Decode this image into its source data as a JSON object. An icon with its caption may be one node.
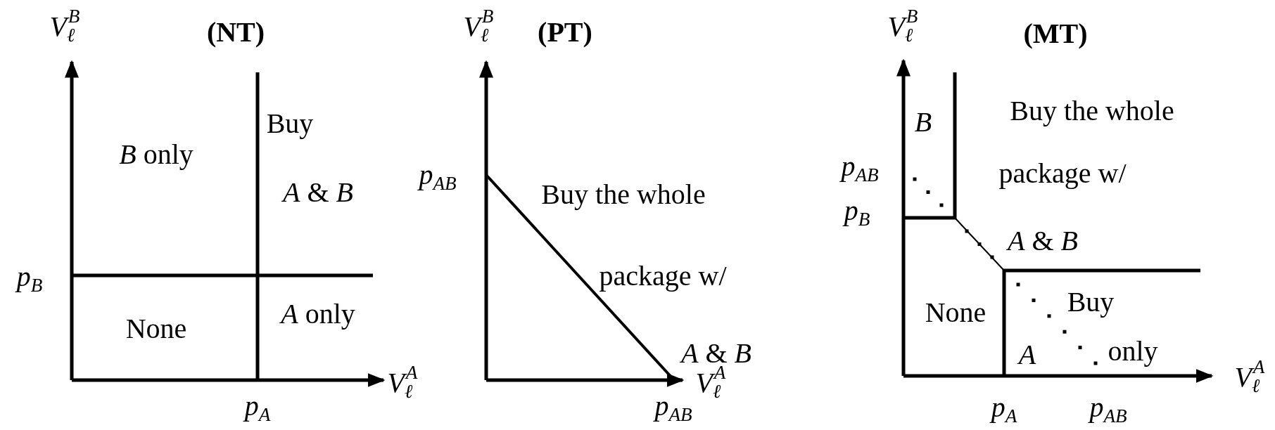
{
  "diagram": {
    "labels": [
      "*V*$_{ℓ}$$^{B}$",
      "(NT)",
      "Buy",
      "*B* only",
      "*A* & *B*",
      "*p*$_{B}$",
      "None",
      "*A* only",
      "*p*$_{A}$",
      "*V*$_{ℓ}$$^{A}$",
      "*V*$_{ℓ}$$^{B}$",
      "(PT)",
      "*p*$_{AB}$",
      "Buy the whole",
      "package w/",
      "*A* & *B*",
      "*p*$_{AB}$",
      "*V*$_{ℓ}$$^{A}$",
      "*V*$_{ℓ}$$^{B}$",
      "(MT)",
      "Buy the whole",
      "*B*",
      "*p*$_{AB}$",
      "package w/",
      "*p*$_{B}$",
      "*A* & *B*",
      "Buy",
      "None",
      "*A*",
      "only",
      "*p*$_{A}$",
      "*p*$_{AB}$",
      "*V*$_{ℓ}$$^{A}$"
    ]
  }
}
